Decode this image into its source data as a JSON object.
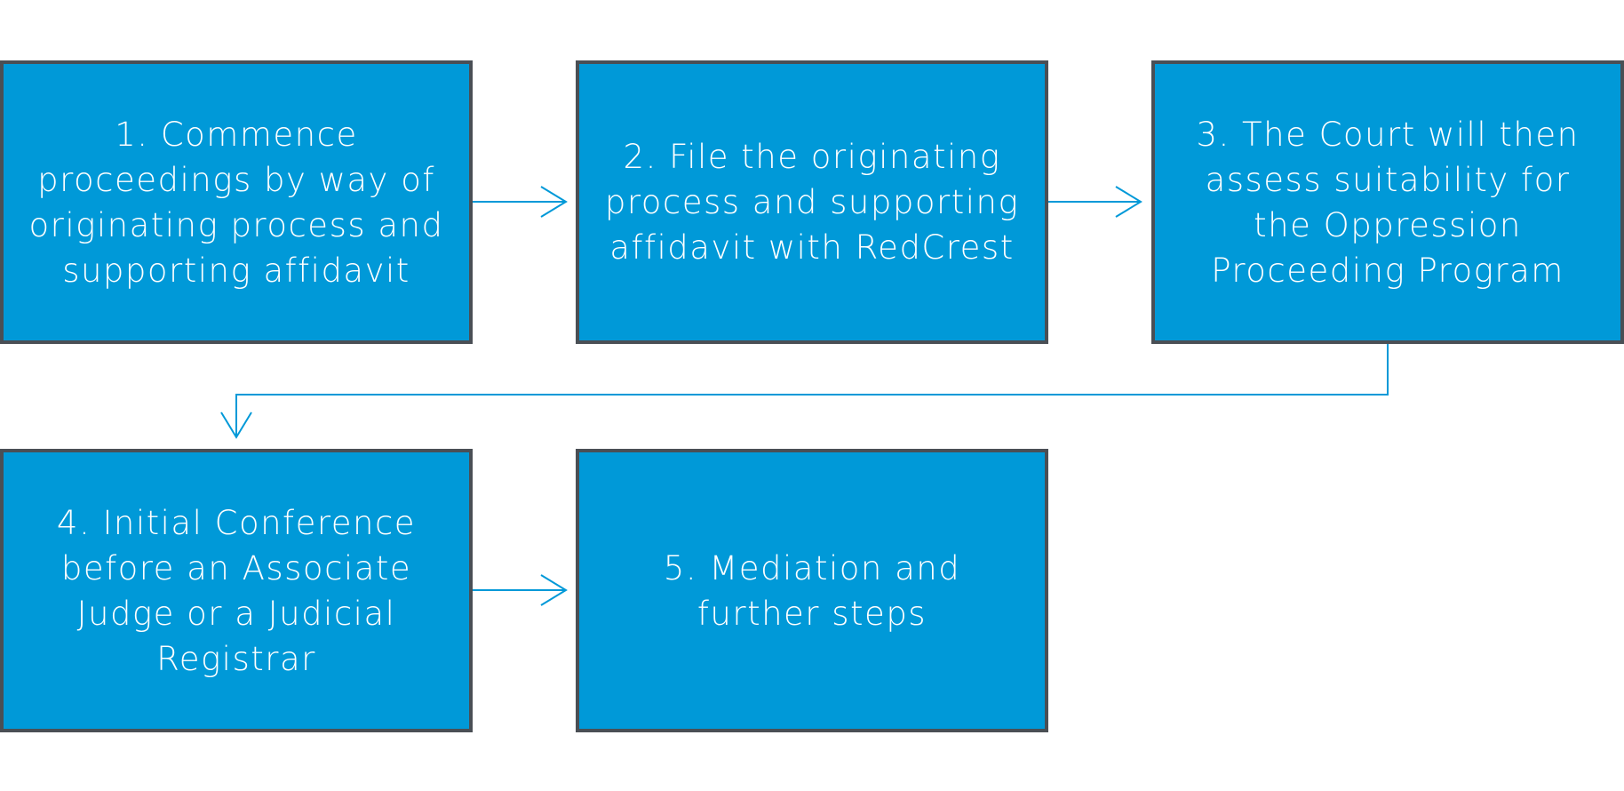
{
  "diagram": {
    "type": "process-flow",
    "colors": {
      "box_fill": "#0099d8",
      "box_border": "#4a4f55",
      "box_text": "#ffffff",
      "connector": "#0099d8",
      "background": "#ffffff"
    },
    "steps": [
      {
        "id": "step-1",
        "label": "1. Commence proceedings by way of originating process and supporting affidavit"
      },
      {
        "id": "step-2",
        "label": "2. File the originating process and supporting affidavit with RedCrest"
      },
      {
        "id": "step-3",
        "label": "3. The Court will then assess suitability for the Oppression Proceeding Program"
      },
      {
        "id": "step-4",
        "label": "4. Initial Conference before an Associate Judge or a Judicial Registrar"
      },
      {
        "id": "step-5",
        "label": "5. Mediation and further steps"
      }
    ],
    "connections": [
      {
        "from": "step-1",
        "to": "step-2"
      },
      {
        "from": "step-2",
        "to": "step-3"
      },
      {
        "from": "step-3",
        "to": "step-4"
      },
      {
        "from": "step-4",
        "to": "step-5"
      }
    ]
  }
}
